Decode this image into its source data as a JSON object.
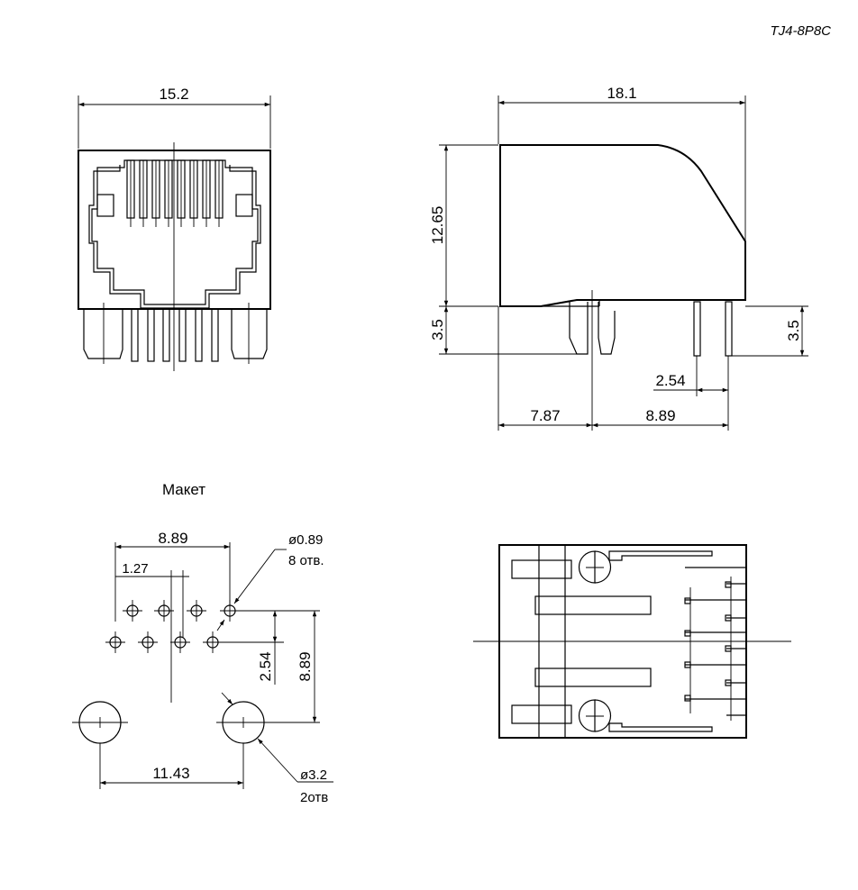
{
  "part_number": "TJ4-8P8C",
  "front_view": {
    "width_dim": "15.2"
  },
  "side_view": {
    "length_dim": "18.1",
    "height_dim": "12.65",
    "pin_len_left": "3.5",
    "pin_len_right": "3.5",
    "pin_pitch": "2.54",
    "offset_left": "7.87",
    "offset_right": "8.89"
  },
  "layout": {
    "title": "Макет",
    "span_dim": "8.89",
    "pitch_dim": "1.27",
    "hole_label": "ø0.89",
    "hole_count": "8 отв.",
    "row_dim": "2.54",
    "depth_dim": "8.89",
    "mount_span": "11.43",
    "mount_label": "ø3.2",
    "mount_count": "2отв"
  }
}
